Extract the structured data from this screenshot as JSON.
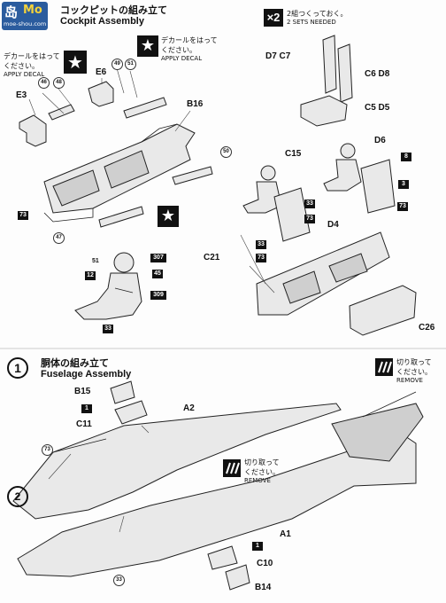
{
  "watermark": {
    "line1": "岛",
    "line2": "Mo",
    "line3": "moe-shou.com"
  },
  "step1": {
    "title_jp": "コックピットの組み立て",
    "title_en": "Cockpit Assembly",
    "x2_label": "×2",
    "x2_jp": "2組つくっておく。",
    "x2_en": "2 SETS NEEDED"
  },
  "decal_left": {
    "jp1": "デカールをはって",
    "jp2": "ください。",
    "en": "APPLY DECAL"
  },
  "decal_right": {
    "jp1": "デカールをはって",
    "jp2": "ください。",
    "en": "APPLY DECAL"
  },
  "parts": {
    "E3": "E3",
    "E6": "E6",
    "B16": "B16",
    "D7C7": "D7  C7",
    "C6D8": "C6  D8",
    "C5D5": "C5  D5",
    "D6": "D6",
    "C15": "C15",
    "D4": "D4",
    "C21": "C21",
    "C26": "C26",
    "B15": "B15",
    "C11": "C11",
    "A2": "A2",
    "A1": "A1",
    "C10": "C10",
    "B14": "B14"
  },
  "decals": {
    "d46": "46",
    "d48": "48",
    "d49": "49",
    "d51": "51",
    "d73a": "73",
    "d47": "47",
    "d50": "50",
    "p51": "51",
    "p307": "307",
    "p12": "12",
    "p45": "45",
    "p309": "309",
    "p33a": "33",
    "s8": "8",
    "s3": "3",
    "s73b": "73",
    "s33b": "33",
    "s73c": "73",
    "s33c": "33",
    "s73d": "73",
    "f1a": "1",
    "f73": "73",
    "f33": "33",
    "f1b": "1"
  },
  "step2": {
    "num_1": "1",
    "num_2": "2",
    "title_jp": "胴体の組み立て",
    "title_en": "Fuselage Assembly"
  },
  "remove_right": {
    "jp1": "切り取って",
    "jp2": "ください。",
    "en": "REMOVE"
  },
  "remove_mid": {
    "jp1": "切り取って",
    "jp2": "ください。",
    "en": "REMOVE"
  }
}
